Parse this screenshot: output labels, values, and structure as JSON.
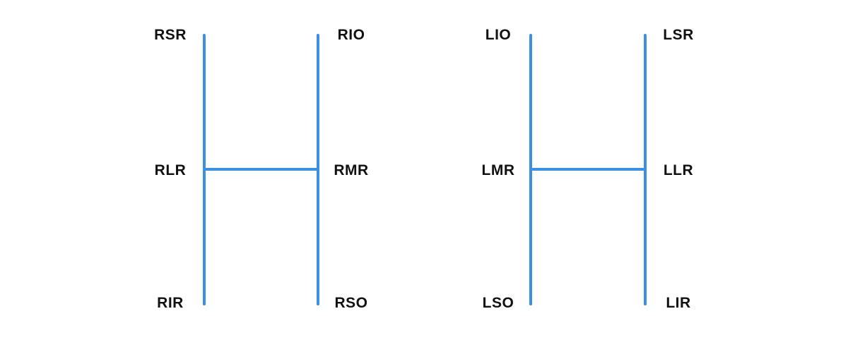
{
  "diagram": {
    "line_color": "#3d8fe0",
    "right_eye": {
      "top_left": "RSR",
      "top_right": "RIO",
      "mid_left": "RLR",
      "mid_right": "RMR",
      "bottom_left": "RIR",
      "bottom_right": "RSO"
    },
    "left_eye": {
      "top_left": "LIO",
      "top_right": "LSR",
      "mid_left": "LMR",
      "mid_right": "LLR",
      "bottom_left": "LSO",
      "bottom_right": "LIR"
    }
  }
}
